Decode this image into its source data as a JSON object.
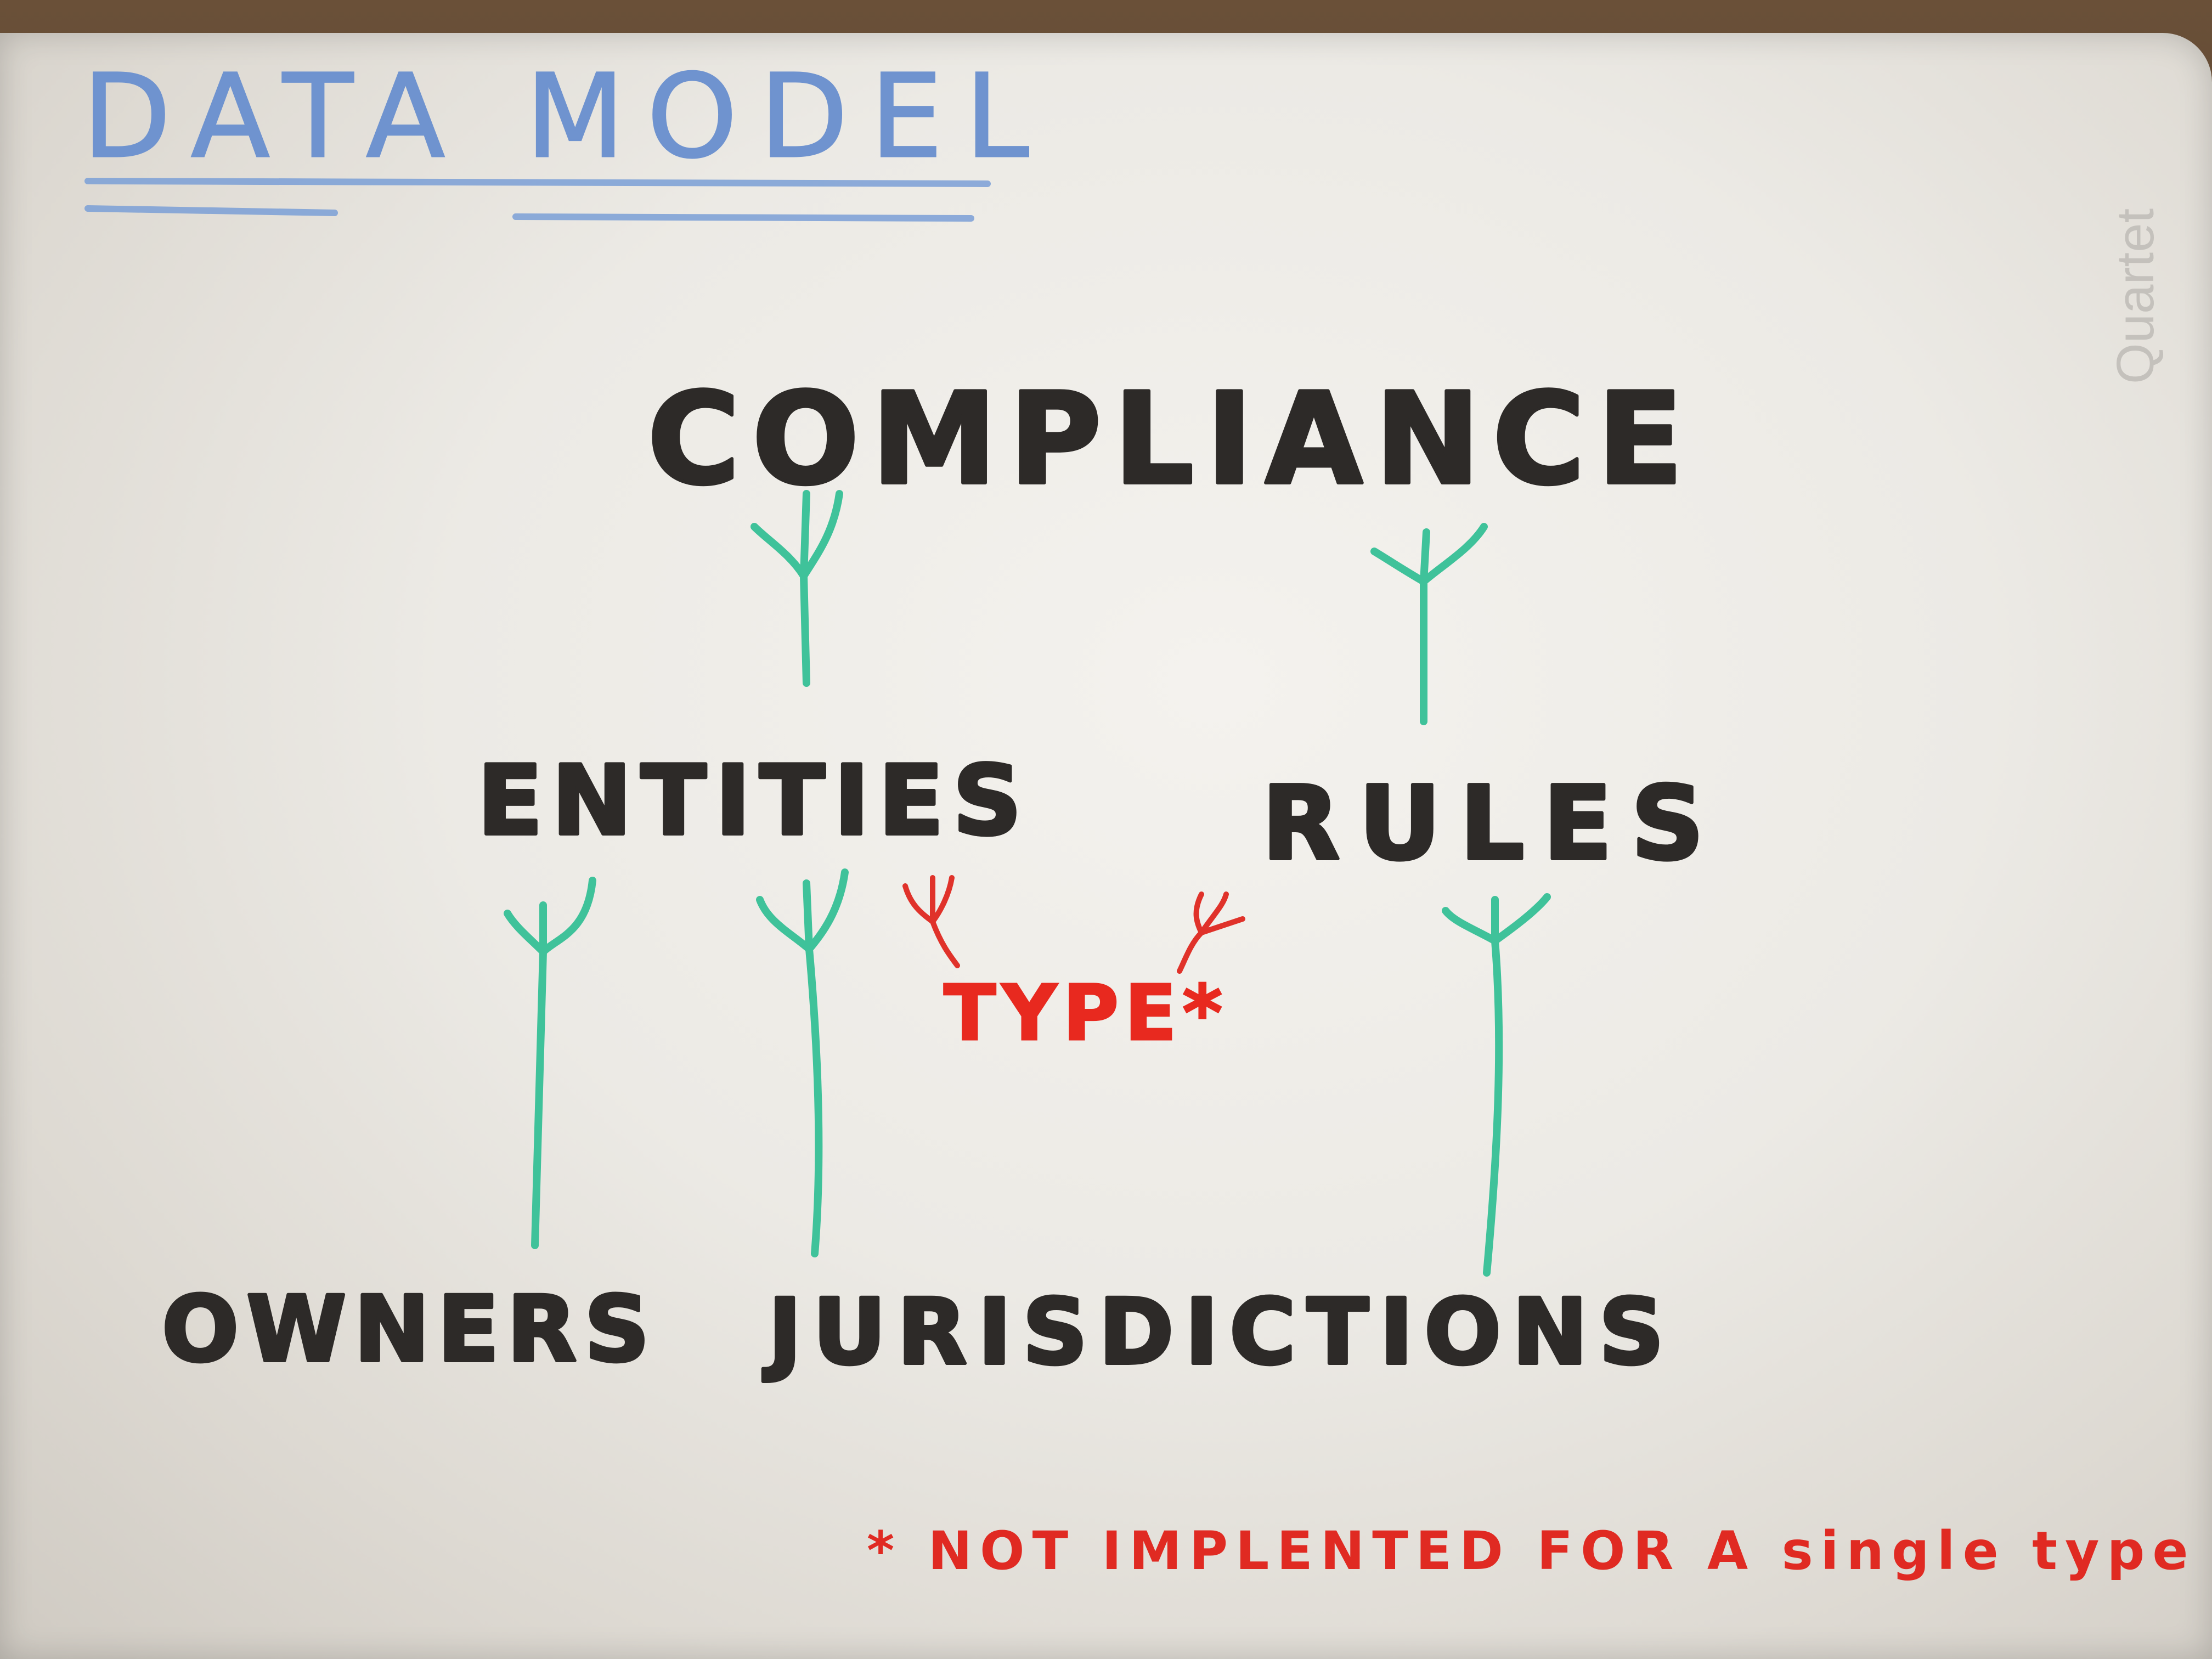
{
  "board": {
    "title": "DATA MODEL",
    "brand": "Quartet",
    "nodes": {
      "root": "COMPLIANCE",
      "entities": "ENTITIES",
      "rules": "RULES",
      "owners": "OWNERS",
      "jurisdictions": "JURISDICTIONS",
      "type": "TYPE*"
    },
    "footnote": "* NOT IMPLENTED FOR A single type"
  },
  "colors": {
    "board": "#eceae5",
    "marker_black": "#2d2a28",
    "marker_green": "#3fc29a",
    "marker_red": "#e8291f",
    "marker_blue": "#6f93cf"
  },
  "icons": {
    "relation_connector": "crows-foot-icon"
  }
}
